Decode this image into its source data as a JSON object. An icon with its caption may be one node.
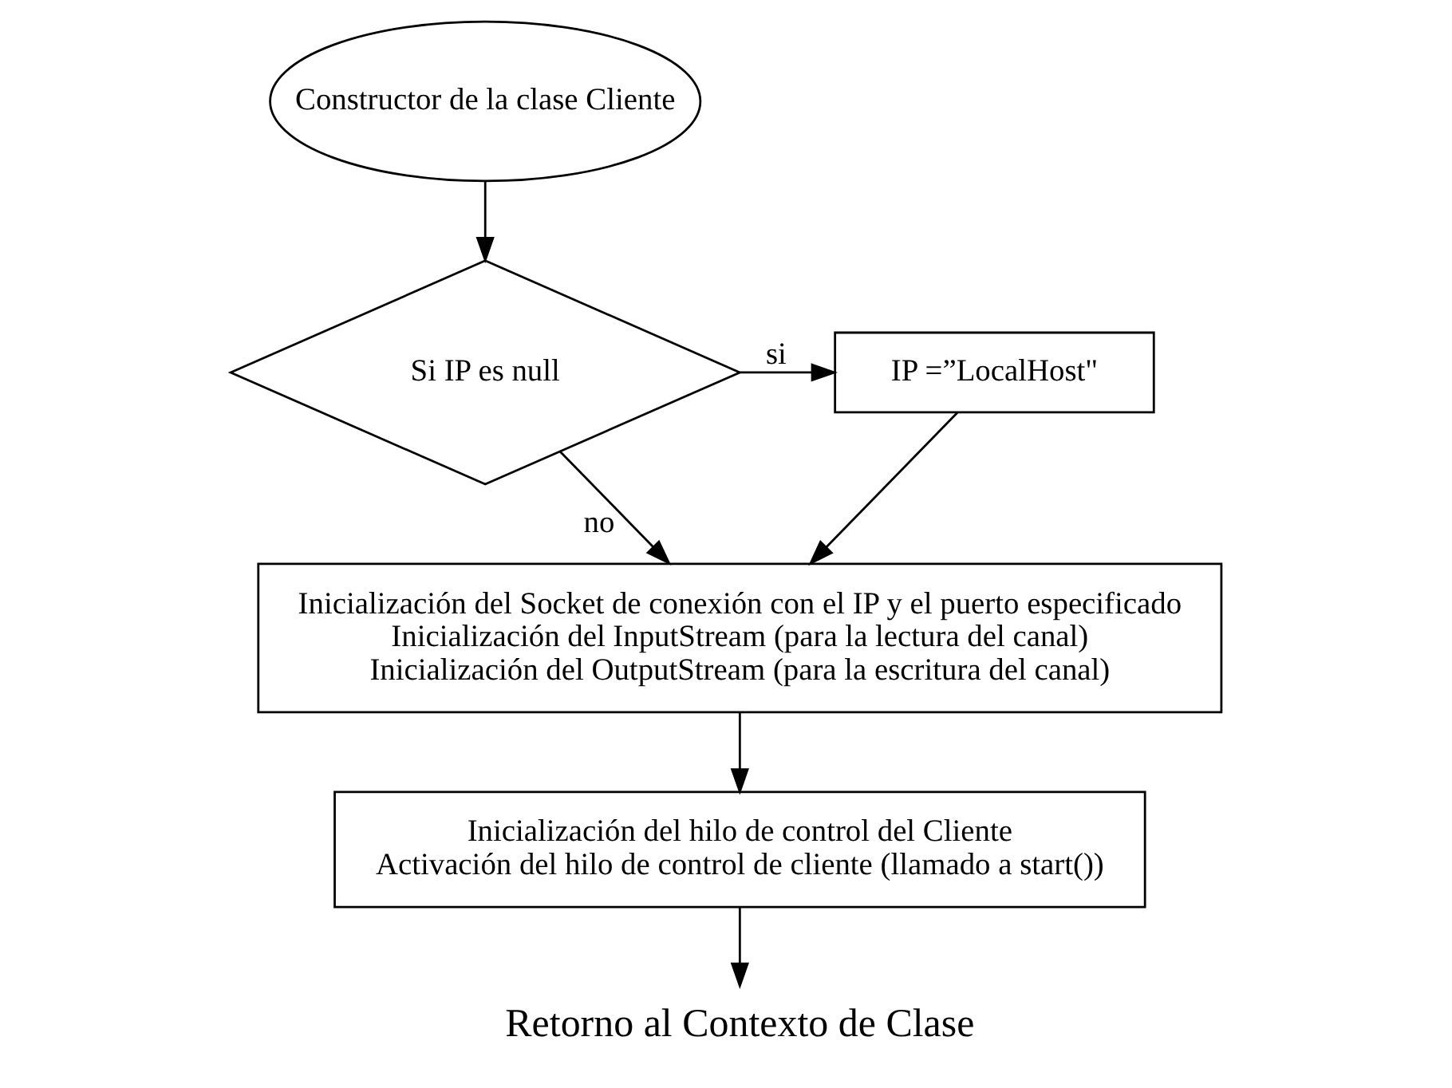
{
  "diagram": {
    "nodes": [
      {
        "text": [
          "Constructor de la clase Cliente"
        ]
      },
      {
        "text": [
          "Si IP es null"
        ]
      },
      {
        "text": [
          "IP =”LocalHost\""
        ]
      },
      {
        "text": [
          "Inicialización del Socket de conexión con el IP y el puerto especificado",
          "Inicialización del InputStream (para la lectura del canal)",
          "Inicialización del OutputStream (para la escritura del canal)"
        ]
      },
      {
        "text": [
          "Inicialización del hilo de control del Cliente",
          "Activación del hilo de control de cliente (llamado a start())"
        ]
      },
      {
        "text": [
          "Retorno al Contexto de Clase"
        ]
      }
    ],
    "edges": [
      {
        "from": 0,
        "to": 1,
        "arrow": "to"
      },
      {
        "from": 1,
        "to": 2,
        "arrow": "to",
        "label": "si"
      },
      {
        "from": 2,
        "to": 3,
        "arrow": "to"
      },
      {
        "from": 1,
        "to": 3,
        "arrow": "to",
        "label": "no"
      },
      {
        "from": 3,
        "to": 4,
        "arrow": "to"
      },
      {
        "from": 4,
        "to": 5,
        "arrow": "to"
      }
    ]
  }
}
